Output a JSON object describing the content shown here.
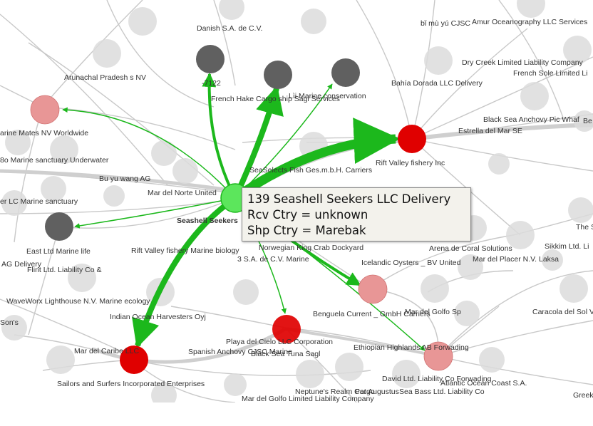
{
  "colors": {
    "edge_bg": "#c8c8c8",
    "node_bg": "#dcdcdc",
    "edge_active": "#1cb81c",
    "node_selected": "#5ce65c",
    "node_red": "#e00000",
    "node_pink": "#e89696",
    "node_dark": "#606060",
    "tooltip_bg": "#f3f2ec"
  },
  "tooltip": {
    "line1": "139 Seashell Seekers LLC Delivery",
    "line2": "Rcv Ctry = unknown",
    "line3": "Shp Ctry = Marebak"
  },
  "nodes": {
    "center": "Seashell Seekers",
    "danish": "Danish  S.A. de C.V.",
    "dark1_sub": "-7122",
    "french_hake": "French Hake Cargo ship Sagl Services",
    "marine_conservation": "Lìi  Marine conservation",
    "rift": "Rift Valley fishery Inc",
    "marine_mates": "arine Mates NV Worldwide",
    "east_ltd": "East Ltd Marine life",
    "mar_del_caribe": "Mar del Caribe LLC",
    "sailors": "Sailors and Surfers Incorporated Enterprises",
    "playa": "Playa del Cielo LLC Corporation",
    "icelandic": "Icelandic Oysters _ BV United",
    "benguela": "Benguela Current _ GmbH Carriers",
    "ethiopian": "Ethiopian Highlands  AB Forwading"
  },
  "labels": [
    "bǐ mù yú CJSC",
    "Amur  Oceanography LLC Services",
    "Dry Creek Limited Liability Company",
    "French Sole Limited Li",
    "Bahía Dorada LLC Delivery",
    "Arunachal Pradesh s NV",
    "Black Sea Anchovy Pic Whaf",
    "Estrella del Mar SE",
    "Be",
    "8o  Marine sanctuary Underwater",
    "SeaSelects Fish Ges.m.b.H. Carriers",
    "Bu yu wang AG",
    "Mar del Norte United",
    "er LC Marine sanctuary",
    "Rift Valley fishery Marine biology",
    "Norwegian King Crab Dockyard",
    "3 S.A. de C.V. Marine",
    "Arena de Coral Solutions",
    "Mar del Placer N.V. Laksa",
    "Sikkim  Ltd. Li",
    "The S",
    "AG Delivery",
    "Flint Ltd. Liability Co &",
    "WaveWorx Lighthouse N.V. Marine ecology",
    "Indian Ocean Harvesters Oyj",
    "Son's",
    "Mar del Golfo Sp",
    "Caracola del Sol V",
    "Spanish Anchovy CJSC Marine",
    "Black Sea Tuna Sagl",
    "David Ltd. Liability Co Forwading",
    "Atlantic Ocean Coast  S.A.",
    "Neptune's Realm Cargo",
    "Pot Augustus",
    "Sea Bass Ltd. Liability Co",
    "Mar del Golfo Limited Liability Company",
    "Greek"
  ]
}
